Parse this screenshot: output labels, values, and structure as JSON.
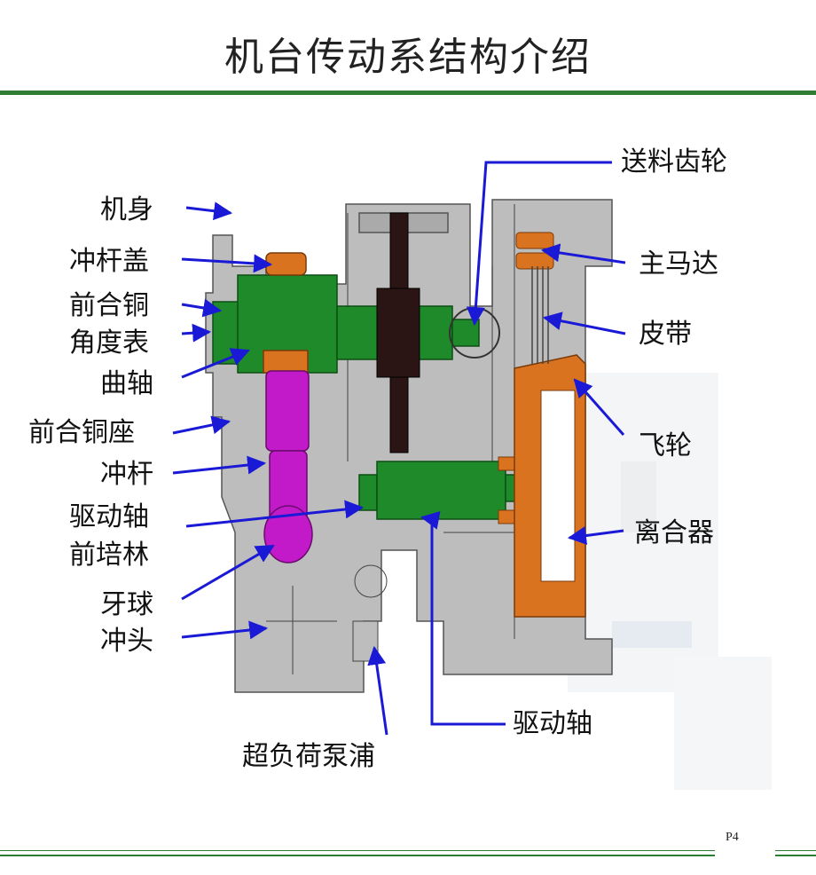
{
  "title": "机台传动系结构介绍",
  "page_number": "P4",
  "colors": {
    "accent": "#2e7d32",
    "arrow": "#1a1ad6",
    "shaft": "#1f8a2a",
    "bearing": "#d9731f",
    "rod": "#c21ac8",
    "body": "#bdbdbd"
  },
  "labels": {
    "body": "机身",
    "rod_cover": "冲杆盖",
    "front_copper": "前合铜",
    "angle_meter": "角度表",
    "crankshaft": "曲轴",
    "front_copper_seat": "前合铜座",
    "connecting_rod": "冲杆",
    "drive_shaft_front": "驱动轴",
    "front_bushing": "前培林",
    "ball_joint": "牙球",
    "punch_head": "冲头",
    "overload_pump": "超负荷泵浦",
    "feed_gear": "送料齿轮",
    "main_motor": "主马达",
    "belt": "皮带",
    "flywheel": "飞轮",
    "clutch": "离合器",
    "drive_shaft": "驱动轴"
  }
}
